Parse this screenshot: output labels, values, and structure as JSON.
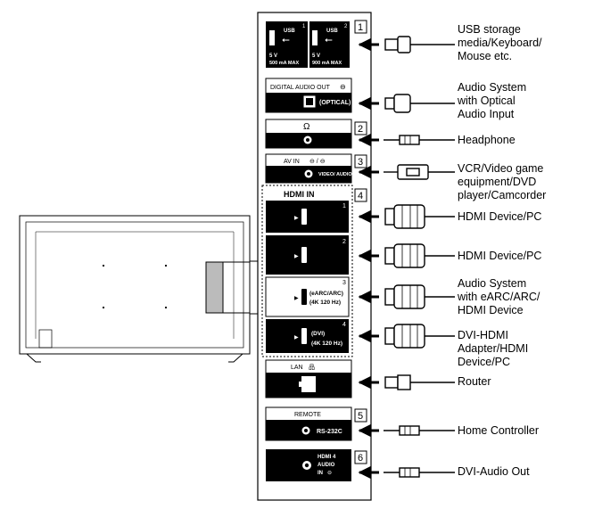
{
  "panel": {
    "usb1": {
      "heading": "USB",
      "number": "1",
      "voltage": "5 V",
      "current": "500 mA MAX"
    },
    "usb2": {
      "heading": "USB",
      "number": "2",
      "voltage": "5 V",
      "current": "900 mA MAX"
    },
    "optical": {
      "heading": "DIGITAL AUDIO OUT",
      "label": "(OPTICAL)"
    },
    "av_in": {
      "heading": "AV IN",
      "label": "VIDEO/ AUDIO L-R"
    },
    "hdmi": {
      "heading": "HDMI IN",
      "port1": {
        "number": "1"
      },
      "port2": {
        "number": "2"
      },
      "port3": {
        "number": "3",
        "line1": "(eARC/ARC)",
        "line2": "(4K 120 Hz)"
      },
      "port4": {
        "number": "4",
        "line1": "(DVI)",
        "line2": "(4K 120 Hz)"
      }
    },
    "lan": {
      "heading": "LAN"
    },
    "remote": {
      "heading": "REMOTE",
      "label": "RS-232C"
    },
    "hdmi_audio": {
      "line1": "HDMI 4",
      "line2": "AUDIO",
      "line3": "IN"
    }
  },
  "markers": [
    "1",
    "2",
    "3",
    "4",
    "5",
    "6"
  ],
  "devices": [
    {
      "line1": "USB storage",
      "line2": "media/Keyboard/",
      "line3": "Mouse etc."
    },
    {
      "line1": "Audio System",
      "line2": "with Optical",
      "line3": "Audio Input"
    },
    {
      "line1": "Headphone"
    },
    {
      "line1": "VCR/Video game",
      "line2": "equipment/DVD",
      "line3": "player/Camcorder"
    },
    {
      "line1": "HDMI Device/PC"
    },
    {
      "line1": "HDMI Device/PC"
    },
    {
      "line1": "Audio System",
      "line2": "with eARC/ARC/",
      "line3": "HDMI Device"
    },
    {
      "line1": "DVI-HDMI",
      "line2": "Adapter/HDMI",
      "line3": "Device/PC"
    },
    {
      "line1": "Router"
    },
    {
      "line1": "Home Controller"
    },
    {
      "line1": "DVI-Audio Out"
    }
  ],
  "icons": [
    "usb-icon",
    "headphone-icon",
    "audio-jack-icon",
    "hdmi-port-icon",
    "optical-port-icon",
    "lan-icon",
    "arrow-icon"
  ]
}
